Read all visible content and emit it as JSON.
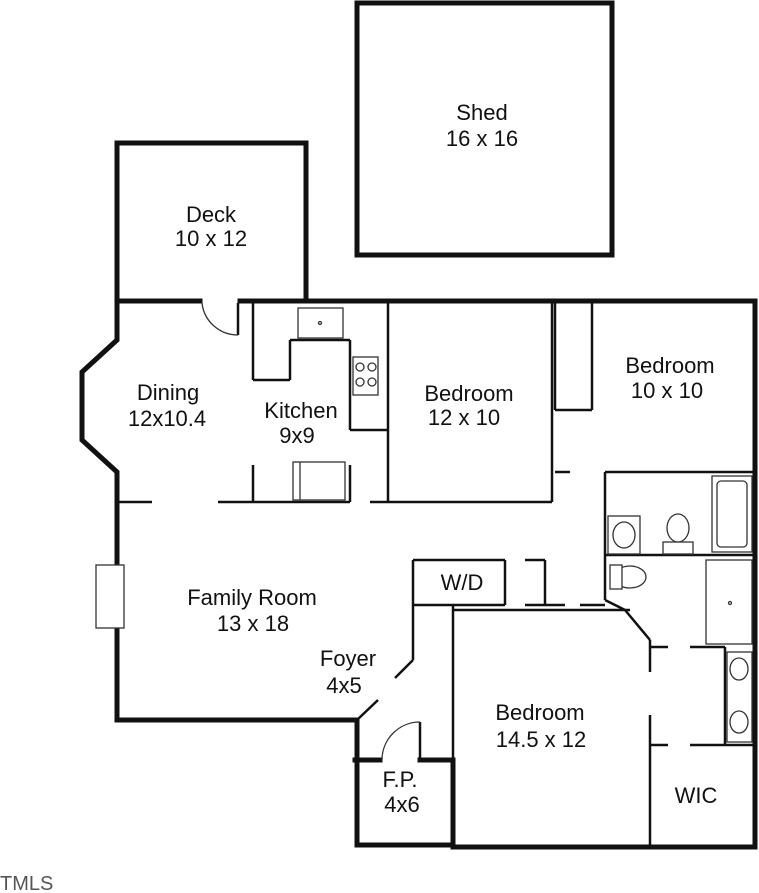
{
  "rooms": {
    "shed": {
      "name": "Shed",
      "size": "16 x 16"
    },
    "deck": {
      "name": "Deck",
      "size": "10 x 12"
    },
    "dining": {
      "name": "Dining",
      "size": "12x10.4"
    },
    "kitchen": {
      "name": "Kitchen",
      "size": "9x9"
    },
    "bedroom_middle": {
      "name": "Bedroom",
      "size": "12 x 10"
    },
    "bedroom_right": {
      "name": "Bedroom",
      "size": "10 x 10"
    },
    "laundry": {
      "name": "W/D"
    },
    "family_room": {
      "name": "Family Room",
      "size": "13 x 18"
    },
    "foyer": {
      "name": "Foyer",
      "size": "4x5"
    },
    "bedroom_primary": {
      "name": "Bedroom",
      "size": "14.5 x 12"
    },
    "front_porch": {
      "name": "F.P.",
      "size": "4x6"
    },
    "closet": {
      "name": "WIC"
    }
  },
  "watermark": "TMLS",
  "colors": {
    "wall": "#111111",
    "background": "#ffffff"
  }
}
